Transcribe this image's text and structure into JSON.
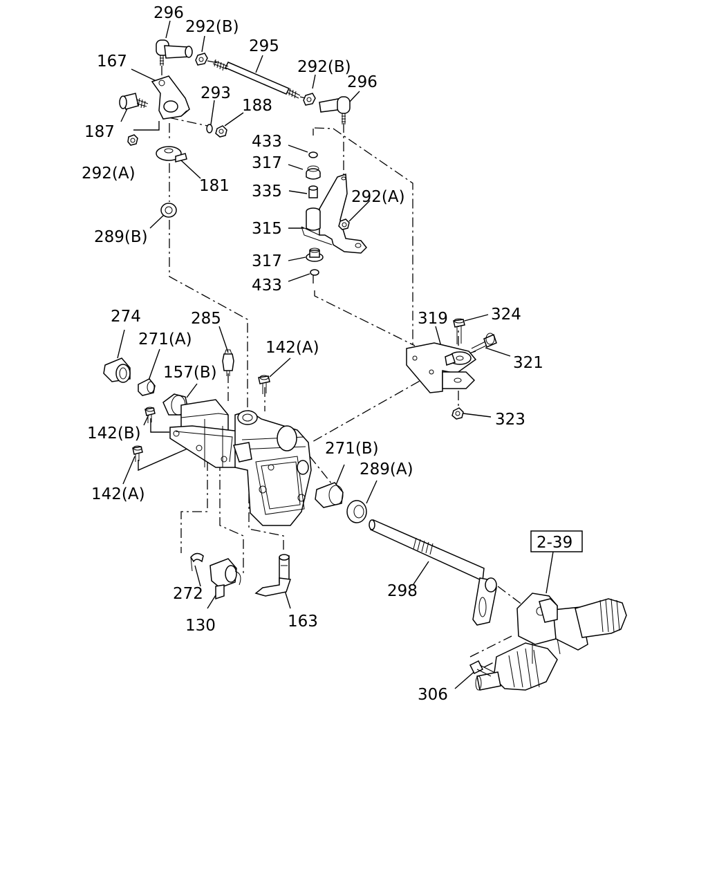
{
  "labels": {
    "l296a": "296",
    "l292b_a": "292(B)",
    "l295": "295",
    "l292b_b": "292(B)",
    "l296b": "296",
    "l167": "167",
    "l293": "293",
    "l188": "188",
    "l187": "187",
    "l292a_a": "292(A)",
    "l181": "181",
    "l433a": "433",
    "l317a": "317",
    "l335": "335",
    "l292a_b": "292(A)",
    "l315": "315",
    "l317b": "317",
    "l433b": "433",
    "l289b": "289(B)",
    "l274": "274",
    "l285": "285",
    "l271a": "271(A)",
    "l142a_a": "142(A)",
    "l157b": "157(B)",
    "l319": "319",
    "l324": "324",
    "l321": "321",
    "l142b": "142(B)",
    "l323": "323",
    "l142a_b": "142(A)",
    "l271b": "271(B)",
    "l289a": "289(A)",
    "l239": "2-39",
    "l272": "272",
    "l298": "298",
    "l130": "130",
    "l163": "163",
    "l306": "306"
  }
}
